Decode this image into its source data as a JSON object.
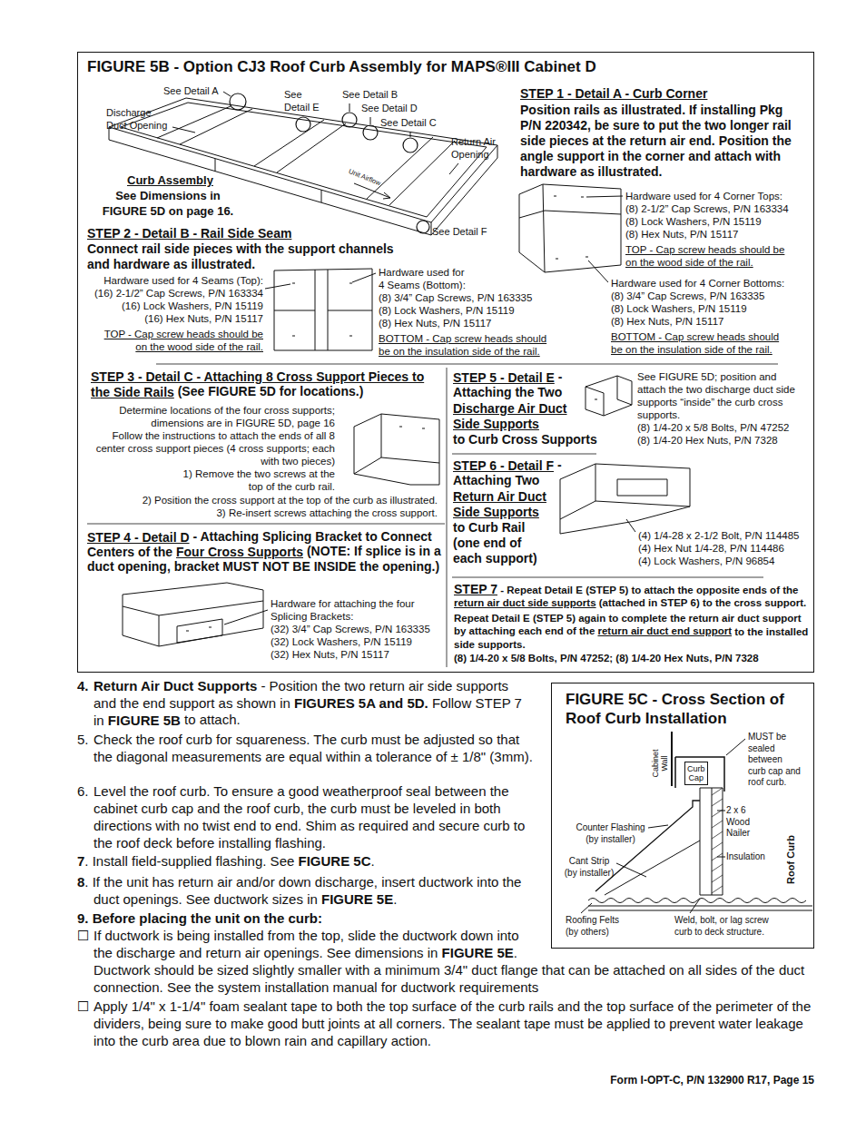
{
  "diagram": {
    "nodes": [
      {
        "text": [
          "FIGURE 5B - Option CJ3 Roof Curb Assembly for MAPS®III Cabinet D"
        ]
      },
      {
        "text": [
          "FIGURE 5C - Cross Section of Roof Curb Installation"
        ]
      },
      {
        "text": [
          "Curb Cap"
        ],
        "in": 1
      }
    ],
    "labels": [
      "See Detail A",
      "Discharge Duct Opening",
      "See Detail E",
      "See Detail B",
      "See Detail D",
      "See Detail C",
      "Return Air Opening",
      "Unit Airflow",
      "Curb Assembly",
      "See Dimensions in FIGURE 5D on page 16.",
      "See Detail F",
      "STEP 1 - Detail A - Curb Corner",
      "Position rails as illustrated. If installing Pkg P/N 220342, be sure to put the two longer rail side pieces at the return air end. Position the angle support in the corner and attach with hardware as illustrated.",
      "Hardware used for 4 Corner Tops:",
      "(8) 2-1/2” Cap Screws, P/N 163334",
      "(8) Lock Washers, P/N 15119",
      "(8) Hex Nuts, P/N 15117",
      "TOP - Cap screw heads should be on the wood side of the rail.",
      "Hardware used for 4 Corner Bottoms:",
      "(8) 3/4” Cap Screws, P/N 163335",
      "(8) Lock Washers, P/N 15119",
      "(8) Hex Nuts, P/N 15117",
      "BOTTOM - Cap screw heads should be on the insulation side of the rail.",
      "STEP 2 - Detail B - Rail Side Seam",
      "Connect rail side pieces with the support channels and hardware as illustrated.",
      "Hardware used for 4 Seams (Top):",
      "(16) 2-1/2” Cap Screws, P/N 163334",
      "(16) Lock Washers, P/N 15119",
      "(16) Hex Nuts, P/N 15117",
      "TOP - Cap screw heads should be on the wood side of the rail.",
      "Hardware used for 4 Seams (Bottom):",
      "(8) 3/4” Cap Screws, P/N 163335",
      "(8) Lock Washers, P/N 15119",
      "(8) Hex Nuts, P/N 15117",
      "BOTTOM - Cap screw heads should be on the insulation side of the rail.",
      "STEP 3 - Detail C - Attaching 8 Cross Support Pieces to the Side Rails",
      "(See FIGURE 5D for locations.)",
      "Determine locations of the four cross supports; dimensions are in FIGURE 5D, page 16",
      "Follow the instructions to attach the ends of all 8 center cross support pieces (4 cross supports; each with two pieces)",
      "1) Remove the two screws at the top of the curb rail.",
      "2) Position the cross support at the top of the curb as illustrated.",
      "3) Re-insert screws attaching the cross support.",
      "STEP 4 - Detail D",
      "- Attaching Splicing Bracket to Connect Centers of the",
      "Four Cross Supports",
      "(NOTE: If splice is in a duct opening, bracket MUST NOT BE INSIDE the opening.)",
      "Hardware for attaching the four Splicing Brackets:",
      "(32) 3/4” Cap Screws, P/N 163335",
      "(32) Lock Washers, P/N 15119",
      "(32) Hex Nuts, P/N 15117",
      "STEP 5 - Detail E",
      "- Attaching the Two",
      "Discharge Air Duct Side Supports",
      "to Curb Cross Supports",
      "See FIGURE 5D; position and attach the two discharge duct side supports “inside” the curb cross supports.",
      "(8) 1/4-20 x 5/8 Bolts, P/N 47252",
      "(8) 1/4-20 Hex Nuts, P/N 7328",
      "STEP 6 - Detail F",
      "- Attaching Two",
      "Return Air Duct Side Supports",
      "to Curb Rail (one end of each support)",
      "(4) 1/4-28 x 2-1/2 Bolt, P/N 114485",
      "(4) Hex Nut 1/4-28, P/N 114486",
      "(4) Lock Washers, P/N 96854",
      "STEP 7",
      "- Repeat Detail E (STEP 5) to attach the opposite ends of the",
      "return air duct side supports",
      "(attached in STEP 6) to the cross support.",
      "Repeat Detail E (STEP 5) again to complete the return air duct support by attaching each end of the",
      "return air duct end support",
      "to the installed side supports.",
      "(8) 1/4-20 x 5/8 Bolts, P/N 47252; (8) 1/4-20 Hex Nuts, P/N 7328",
      "4.",
      "Return Air Duct Supports",
      "- Position the two return air side supports and the end support as shown in",
      "FIGURES 5A and 5D.",
      "Follow STEP 7 in",
      "FIGURE 5B",
      "to attach.",
      "5.",
      "Check the roof curb for squareness. The curb must be adjusted so that the diagonal measurements are equal within a tolerance of ± 1/8\" (3mm).",
      "6.",
      "Level the roof curb. To ensure a good weatherproof seal between the cabinet curb cap and the roof curb, the curb must be leveled in both directions with no twist end to end. Shim as required and secure curb to the roof deck before installing flashing.",
      "7",
      ". Install field-supplied flashing. See",
      "FIGURE 5C",
      ".",
      "8",
      ". If the unit has return air and/or down discharge, insert ductwork into the duct openings. See ductwork sizes in",
      "FIGURE 5E",
      ".",
      "9. Before placing the unit on the curb:",
      "☐",
      "If ductwork is being installed from the top, slide the ductwork down into the discharge and return air openings. See dimensions in",
      "FIGURE 5E",
      ".",
      "Ductwork should be sized slightly smaller with a minimum 3/4\" duct flange that can be attached on all sides of the duct connection. See the system installation manual for ductwork requirements",
      "☐",
      "Apply 1/4\" x 1-1/4\" foam sealant tape to both the top surface of the curb rails and the top surface of the perimeter of the dividers, being sure to make good butt joints at all corners. The sealant tape must be applied to prevent water leakage into the curb area due to blown rain and capillary action.",
      "Form I-OPT-C, P/N 132900 R17, Page 15",
      "Cabinet Wall",
      "MUST be sealed between curb cap and roof curb.",
      "2 x 6 Wood Nailer",
      "Counter Flashing (by installer)",
      "Insulation",
      "Roof Curb",
      "Cant Strip (by installer)",
      "Roofing Felts (by others)",
      "Weld, bolt, or lag screw curb to deck structure."
    ]
  }
}
